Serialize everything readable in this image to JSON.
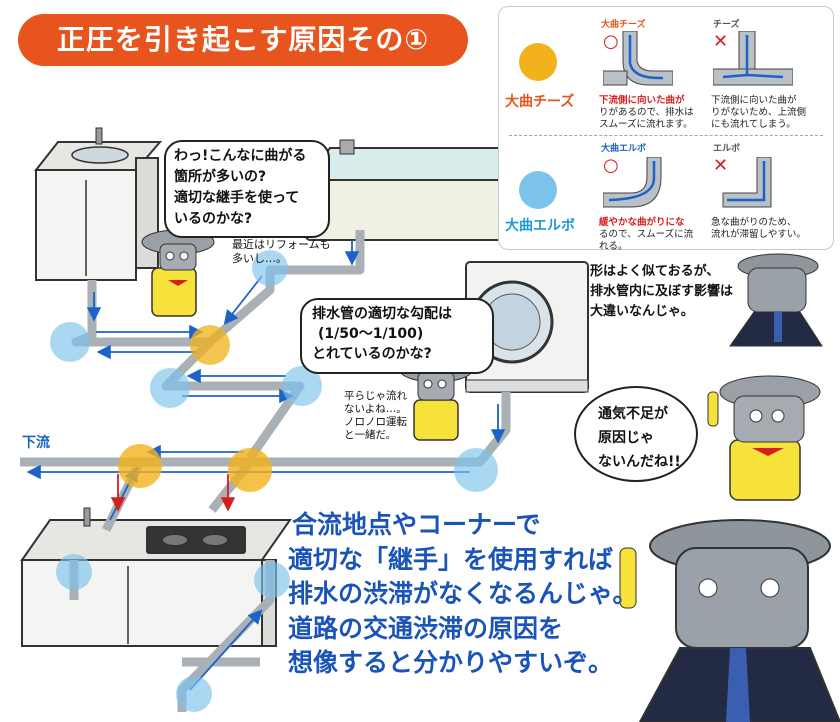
{
  "title": "正圧を引き起こす原因その①",
  "panel": {
    "chees": {
      "label": "大曲チーズ",
      "good_tag": "大曲チーズ",
      "good_mark": "○",
      "good_desc_lines": [
        "下流側に向いた曲が",
        "りがあるので、排水は",
        "スムーズに流れます。"
      ],
      "bad_tag": "チーズ",
      "bad_mark": "✕",
      "bad_desc_lines": [
        "下流側に向いた曲が",
        "りがないため、上流側",
        "にも流れてしまう。"
      ]
    },
    "elbow": {
      "label": "大曲エルボ",
      "good_tag": "大曲エルボ",
      "good_mark": "○",
      "good_desc_lines": [
        "緩やかな曲がりにな",
        "るので、スムーズに流",
        "れる。"
      ],
      "bad_tag": "エルボ",
      "bad_mark": "✕",
      "bad_desc_lines": [
        "急な曲がりのため、",
        "流れが滞留しやすい。"
      ]
    }
  },
  "bubbles": {
    "curves": [
      "わっ!こんなに曲がる",
      "箇所が多いの?",
      "適切な継手を使って",
      "いるのかな?"
    ],
    "slope": [
      "排水管の適切な勾配は",
      "(1/50〜1/100)",
      "とれているのかな?"
    ],
    "ventilation": [
      "通気不足が",
      "原因じゃ",
      "ないんだね!!"
    ]
  },
  "notes": {
    "reform": [
      "最近はリフォームも",
      "多いし…。"
    ],
    "flat": [
      "平らじゃ流れ",
      "ないよね…。",
      "ノロノロ運転",
      "と一緒だ。"
    ],
    "similar": [
      "形はよく似ておるが、",
      "排水管内に及ぼす影響は",
      "大違いなんじゃ。"
    ]
  },
  "flow_label": "下流",
  "conclusion": [
    "合流地点やコーナーで",
    "適切な「継手」を使用すれば",
    "排水の渋滞がなくなるんじゃ。",
    "道路の交通渋滞の原因を",
    "想像すると分かりやすいぞ。"
  ],
  "colors": {
    "accent": "#e8541e",
    "yellow_point": "#f2b21b",
    "blue_point": "#7cc3ec",
    "pipe": "#a9b0b6",
    "flow_arrow": "#1b63c8",
    "text_blue": "#1b54b8"
  }
}
